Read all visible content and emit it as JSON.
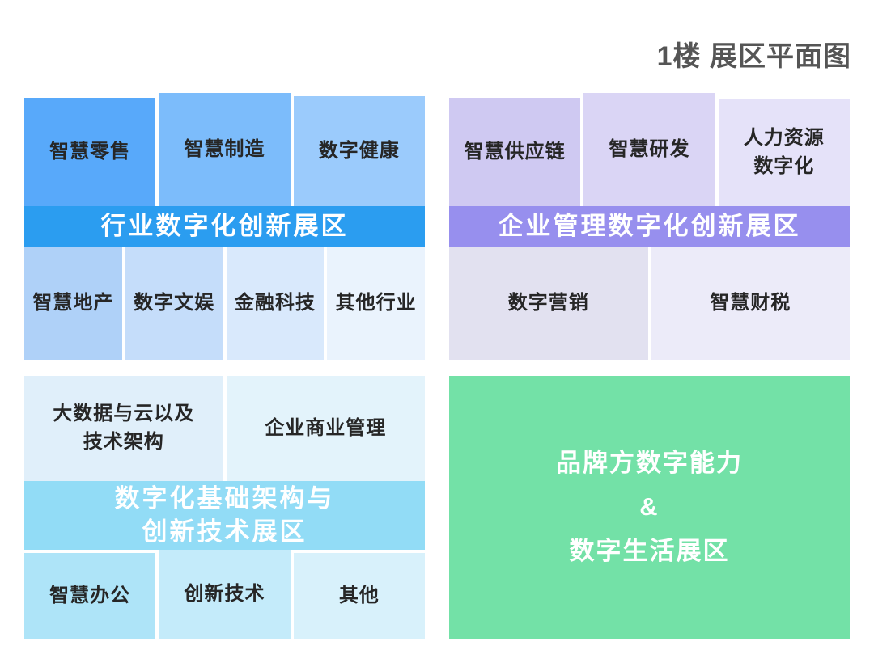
{
  "title": "1楼 展区平面图",
  "zones": {
    "industry": {
      "band": {
        "label": "行业数字化创新展区",
        "color": "#2B9DF0"
      },
      "top_cells": [
        {
          "label": "智慧零售",
          "color": "#58A9FA"
        },
        {
          "label": "智慧制造",
          "color": "#7CBCFB"
        },
        {
          "label": "数字健康",
          "color": "#9BCBFC"
        }
      ],
      "bottom_cells": [
        {
          "label": "智慧地产",
          "color": "#AFD1F8"
        },
        {
          "label": "数字文娱",
          "color": "#C5DDFA"
        },
        {
          "label": "金融科技",
          "color": "#D9E9FC"
        },
        {
          "label": "其他行业",
          "color": "#EAF3FD"
        }
      ]
    },
    "management": {
      "band": {
        "label": "企业管理数字化创新展区",
        "color": "#978FEE"
      },
      "top_cells": [
        {
          "label": "智慧供应链",
          "color": "#CFC9F2"
        },
        {
          "label": "智慧研发",
          "color": "#DAD5F5"
        },
        {
          "label": "人力资源\n数字化",
          "color": "#E5E2F9"
        }
      ],
      "bottom_cells": [
        {
          "label": "数字营销",
          "color": "#E2E1F0"
        },
        {
          "label": "智慧财税",
          "color": "#ECEBF9"
        }
      ]
    },
    "infrastructure": {
      "band": {
        "label": "数字化基础架构与\n创新技术展区",
        "color": "#92DCF6"
      },
      "top_cells": [
        {
          "label": "大数据与云以及\n技术架构",
          "color": "#E0EFFA"
        },
        {
          "label": "企业商业管理",
          "color": "#E3F3FB"
        }
      ],
      "bottom_cells": [
        {
          "label": "智慧办公",
          "color": "#AEE4F8"
        },
        {
          "label": "创新技术",
          "color": "#C4EBFA"
        },
        {
          "label": "其他",
          "color": "#D8F1FB"
        }
      ]
    },
    "brand": {
      "label": "品牌方数字能力\n&\n数字生活展区",
      "color": "#73E1A7"
    }
  }
}
